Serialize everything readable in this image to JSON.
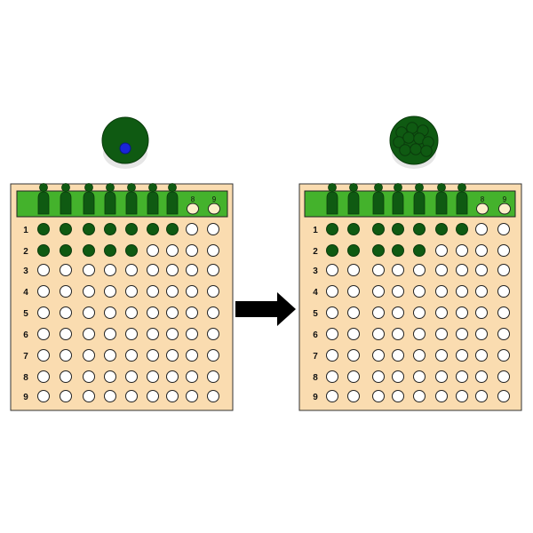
{
  "colors": {
    "board": "#fadcb0",
    "board_border": "#333333",
    "rack": "#44b22c",
    "bead": "#0f5a12",
    "bead_edge": "#0a3b0c",
    "empty_hole_fill": "#ffffff",
    "slot_fill": "#fbefc8",
    "arrow": "#000000",
    "dot": "#1a24d8"
  },
  "boards": [
    {
      "id": "before",
      "column_labels": [
        "8",
        "9"
      ],
      "row_labels": [
        "1",
        "2",
        "3",
        "4",
        "5",
        "6",
        "7",
        "8",
        "9"
      ],
      "rack_pegs": 7,
      "filled_per_row": [
        7,
        5,
        0,
        0,
        0,
        0,
        0,
        0,
        0
      ],
      "icon": "single-bead-with-blue-dot"
    },
    {
      "id": "after",
      "column_labels": [
        "8",
        "9"
      ],
      "row_labels": [
        "1",
        "2",
        "3",
        "4",
        "5",
        "6",
        "7",
        "8",
        "9"
      ],
      "rack_pegs": 7,
      "filled_per_row": [
        7,
        5,
        0,
        0,
        0,
        0,
        0,
        0,
        0
      ],
      "icon": "bundle-of-ten-beads"
    }
  ],
  "arrow": {
    "icon": "right-arrow-icon"
  }
}
